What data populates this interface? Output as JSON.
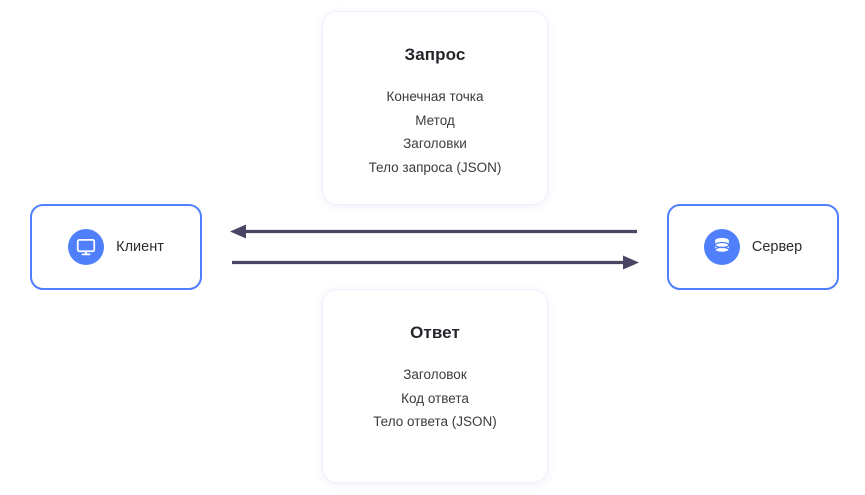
{
  "diagram": {
    "title_request": "Запрос",
    "title_response": "Ответ",
    "colors": {
      "accent_blue": "#4f7ffb",
      "arrow": "#4a4563",
      "card_border": "#edf1fb",
      "text": "#25262b",
      "background": "#ffffff"
    }
  },
  "request_card": {
    "title": "Запрос",
    "lines": [
      "Конечная точка",
      "Метод",
      "Заголовки",
      "Тело запроса (JSON)"
    ]
  },
  "response_card": {
    "title": "Ответ",
    "lines": [
      "Заголовок",
      "Код ответа",
      "Тело ответа (JSON)"
    ]
  },
  "client": {
    "label": "Клиент",
    "icon": "monitor-icon"
  },
  "server": {
    "label": "Сервер",
    "icon": "database-icon"
  },
  "arrows": [
    {
      "name": "response-arrow",
      "direction": "left",
      "from": "server",
      "to": "client"
    },
    {
      "name": "request-arrow",
      "direction": "right",
      "from": "client",
      "to": "server"
    }
  ]
}
